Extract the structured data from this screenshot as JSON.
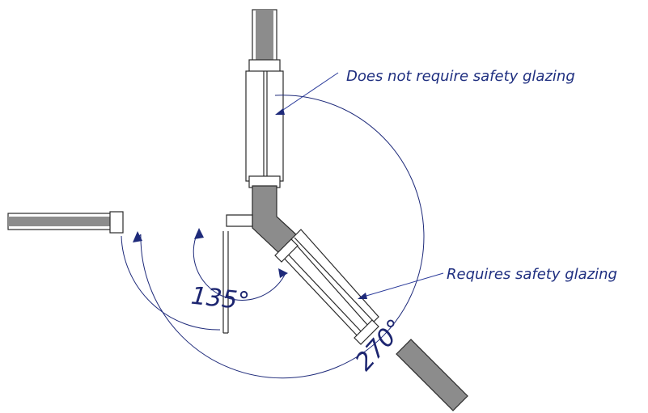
{
  "diagram": {
    "labels": {
      "no_safety": "Does not require safety glazing",
      "requires_safety": "Requires safety glazing",
      "angle_small": "135°",
      "angle_large": "270°"
    },
    "colors": {
      "wall": "#8c8c8c",
      "outline": "#2a2a2a",
      "annotation": "#1e2a7a"
    }
  }
}
